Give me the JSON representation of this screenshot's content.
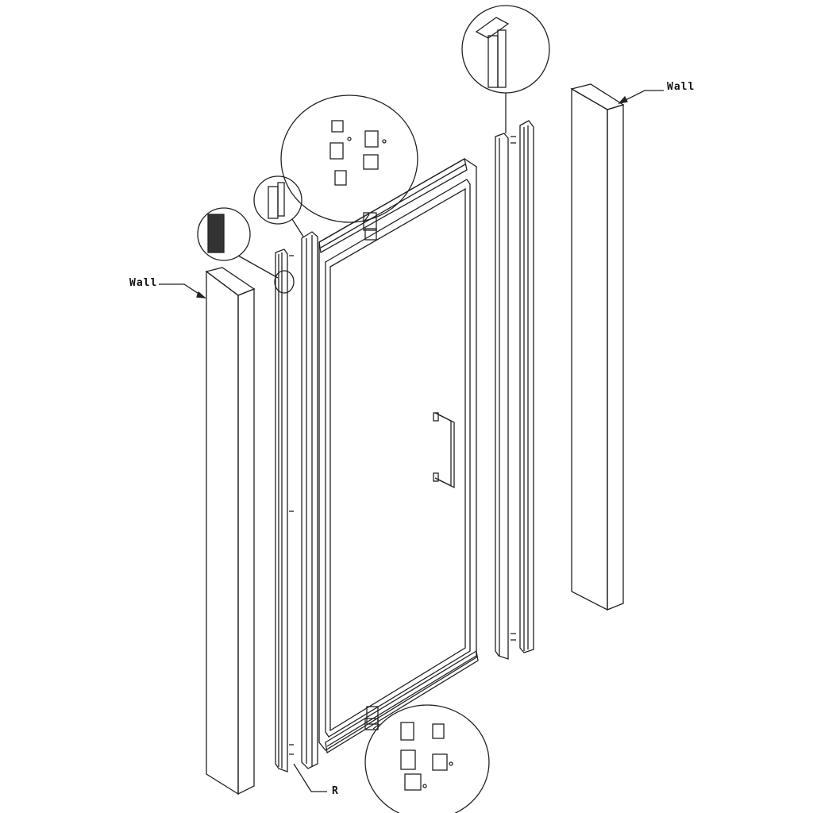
{
  "labels": {
    "wall_left": "Wall",
    "wall_right": "Wall",
    "profile_r": "R"
  },
  "colors": {
    "line": "#222222",
    "background": "#ffffff"
  }
}
